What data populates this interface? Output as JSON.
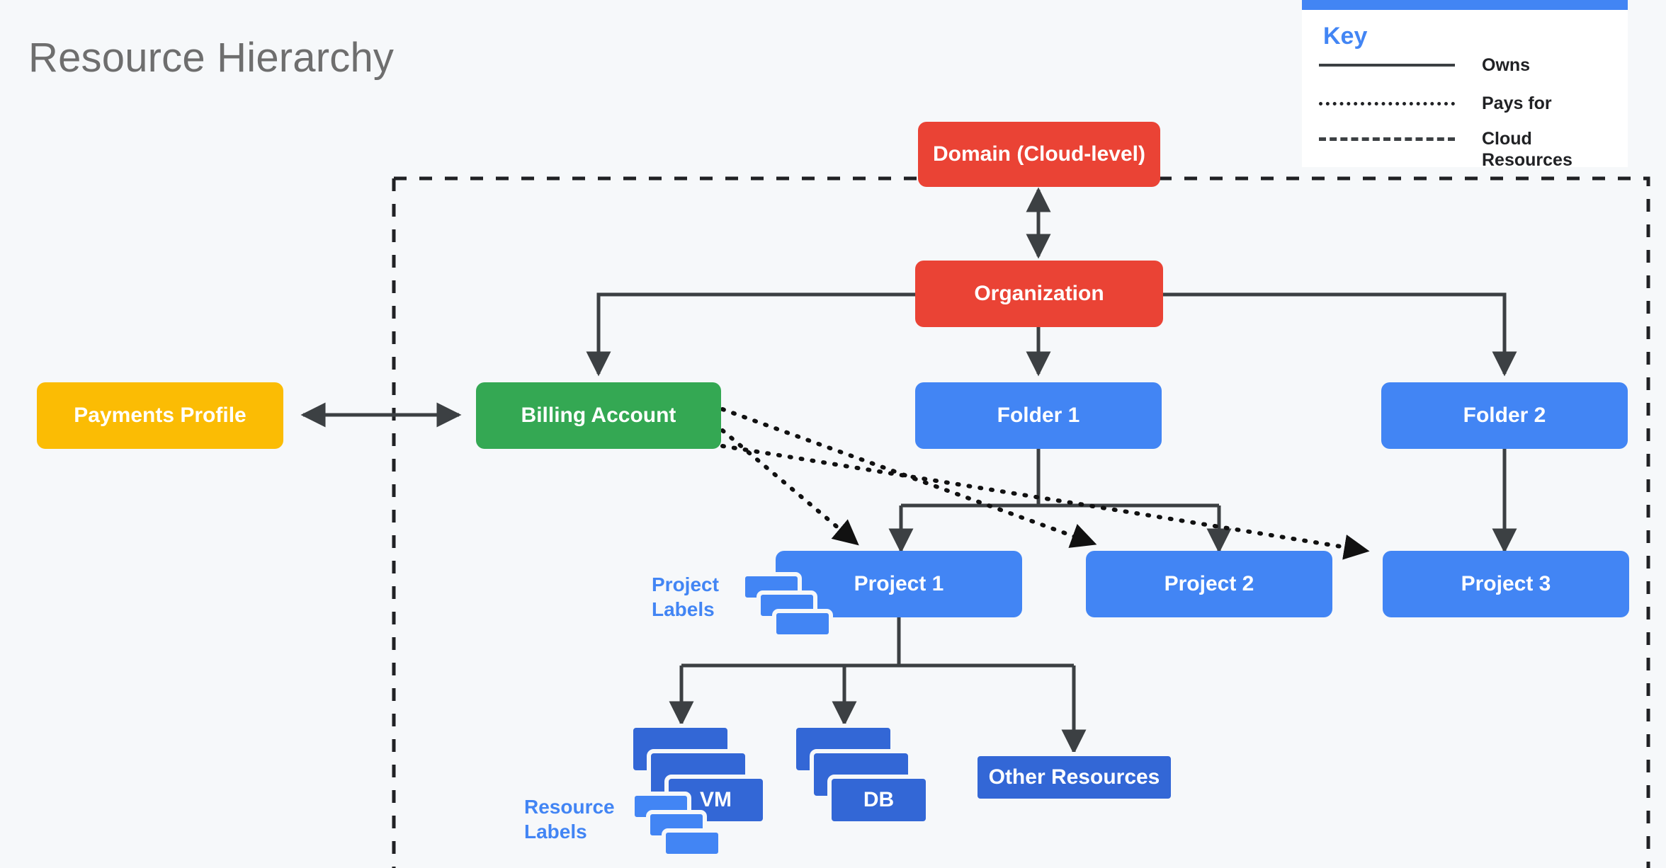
{
  "page": {
    "title": "Resource Hierarchy",
    "background": "#F6F8FA"
  },
  "colors": {
    "red": "#EA4335",
    "green": "#34A853",
    "yellow": "#FBBC04",
    "blue": "#4285F4",
    "dark_blue": "#3367D6",
    "edge": "#3C4043",
    "title_text": "#6E6E6E"
  },
  "key": {
    "title": "Key",
    "rows": [
      {
        "style": "solid",
        "label": "Owns"
      },
      {
        "style": "dotted",
        "label": "Pays for"
      },
      {
        "style": "dashed",
        "label": "Cloud Resources"
      }
    ]
  },
  "nodes": {
    "domain": "Domain (Cloud-level)",
    "organization": "Organization",
    "payments_profile": "Payments Profile",
    "billing_account": "Billing Account",
    "folder_1": "Folder 1",
    "folder_2": "Folder 2",
    "project_1": "Project 1",
    "project_2": "Project 2",
    "project_3": "Project 3",
    "vm": "VM",
    "db": "DB",
    "other_resources": "Other Resources"
  },
  "annotations": {
    "project_labels": "Project\nLabels",
    "project_labels_line1": "Project",
    "project_labels_line2": "Labels",
    "resource_labels_line1": "Resource",
    "resource_labels_line2": "Labels"
  },
  "edges": [
    {
      "from": "organization",
      "to": "domain",
      "type": "owns",
      "bidirectional": true
    },
    {
      "from": "organization",
      "to": "billing_account",
      "type": "owns"
    },
    {
      "from": "organization",
      "to": "folder_1",
      "type": "owns"
    },
    {
      "from": "organization",
      "to": "folder_2",
      "type": "owns"
    },
    {
      "from": "payments_profile",
      "to": "billing_account",
      "type": "owns",
      "bidirectional": true
    },
    {
      "from": "folder_1",
      "to": "project_1",
      "type": "owns"
    },
    {
      "from": "folder_1",
      "to": "project_2",
      "type": "owns"
    },
    {
      "from": "folder_2",
      "to": "project_3",
      "type": "owns"
    },
    {
      "from": "project_1",
      "to": "vm",
      "type": "owns"
    },
    {
      "from": "project_1",
      "to": "db",
      "type": "owns"
    },
    {
      "from": "project_1",
      "to": "other_resources",
      "type": "owns"
    },
    {
      "from": "billing_account",
      "to": "project_1",
      "type": "pays_for"
    },
    {
      "from": "billing_account",
      "to": "project_2",
      "type": "pays_for"
    },
    {
      "from": "billing_account",
      "to": "project_3",
      "type": "pays_for"
    }
  ],
  "cloud_boundary": {
    "style": "dashed",
    "label": "Cloud Resources"
  }
}
